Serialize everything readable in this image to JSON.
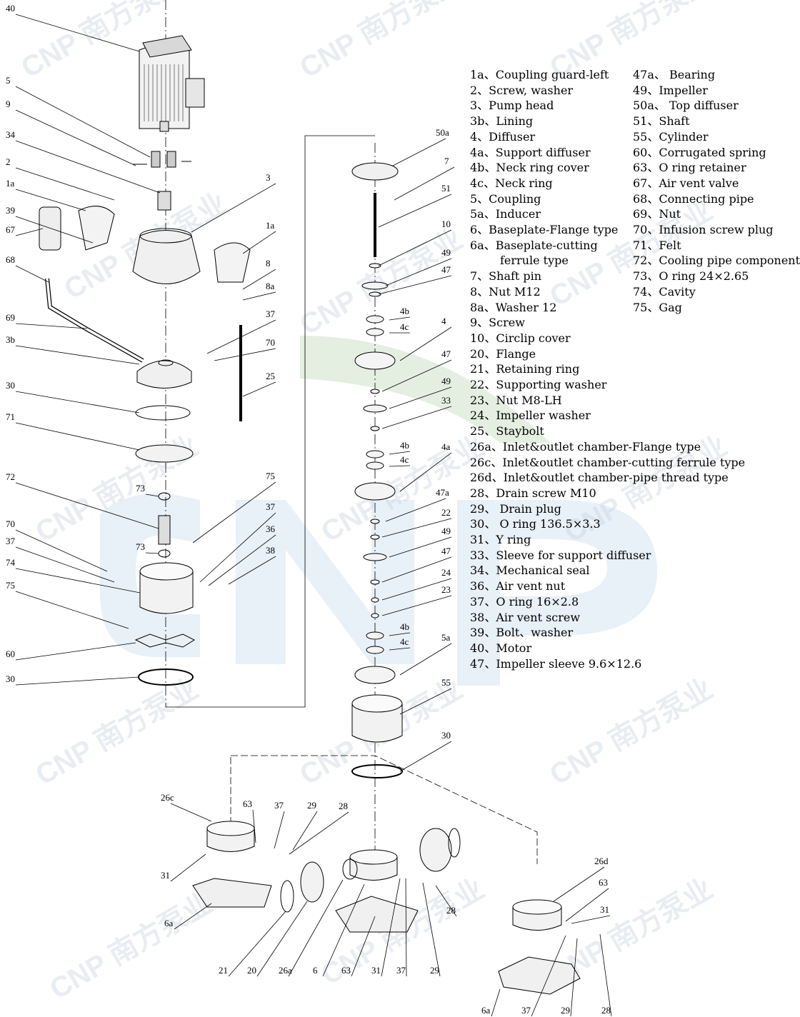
{
  "watermark": {
    "text": "CNP 南方泵业",
    "color": "#cfd8e3"
  },
  "legend": {
    "left": [
      "1a、Coupling guard-left",
      "2、Screw, washer",
      "3、Pump head",
      "3b、Lining",
      "4、Diffuser",
      "4a、Support diffuser",
      "4b、Neck ring cover",
      "4c、Neck ring",
      "5、Coupling",
      "5a、Inducer",
      "6、Baseplate-Flange type",
      "6a、Baseplate-cutting",
      "ferrule type",
      "7、Shaft pin",
      "8、Nut M12",
      "8a、Washer 12",
      "9、Screw",
      "10、Circlip cover",
      "20、Flange",
      "21、Retaining ring",
      "22、Supporting washer",
      "23、Nut M8-LH",
      "24、Impeller washer",
      "25、Staybolt",
      "26a、Inlet&outlet chamber-Flange type",
      "26c、Inlet&outlet chamber-cutting ferrule type",
      "26d、Inlet&outlet chamber-pipe thread type",
      "28、Drain screw M10",
      "29、 Drain plug",
      "30、 O ring 136.5×3.3",
      "31、Y ring",
      "33、Sleeve for support diffuser",
      "34、Mechanical seal",
      "36、Air vent nut",
      "37、O ring 16×2.8",
      "38、Air vent screw",
      "39、Bolt、washer",
      "40、Motor",
      "47、Impeller sleeve 9.6×12.6"
    ],
    "right": [
      "47a、 Bearing",
      "49、Impeller",
      "50a、 Top diffuser",
      "51、Shaft",
      "55、Cylinder",
      "60、Corrugated spring",
      "63、O ring retainer",
      "67、Air vent valve",
      "68、Connecting pipe",
      "69、Nut",
      "70、Infusion screw plug",
      "71、Felt",
      "72、Cooling pipe component",
      "73、O ring 24×2.65",
      "74、Cavity",
      "75、Gag"
    ]
  },
  "callouts": [
    "40",
    "5",
    "9",
    "34",
    "2",
    "1a",
    "39",
    "67",
    "68",
    "69",
    "3b",
    "30",
    "71",
    "72",
    "73",
    "73",
    "70",
    "37",
    "74",
    "75",
    "60",
    "30",
    "3",
    "1a",
    "8",
    "8a",
    "37",
    "70",
    "25",
    "75",
    "37",
    "36",
    "38",
    "50a",
    "7",
    "51",
    "10",
    "49",
    "47",
    "4b",
    "4c",
    "4",
    "47",
    "49",
    "33",
    "4b",
    "4c",
    "4a",
    "47a",
    "22",
    "49",
    "47",
    "24",
    "23",
    "4b",
    "4c",
    "5a",
    "55",
    "30",
    "26c",
    "63",
    "37",
    "29",
    "28",
    "31",
    "6a",
    "21",
    "20",
    "26a",
    "6",
    "63",
    "31",
    "37",
    "29",
    "28",
    "26d",
    "63",
    "31",
    "6a",
    "37",
    "29",
    "28"
  ]
}
